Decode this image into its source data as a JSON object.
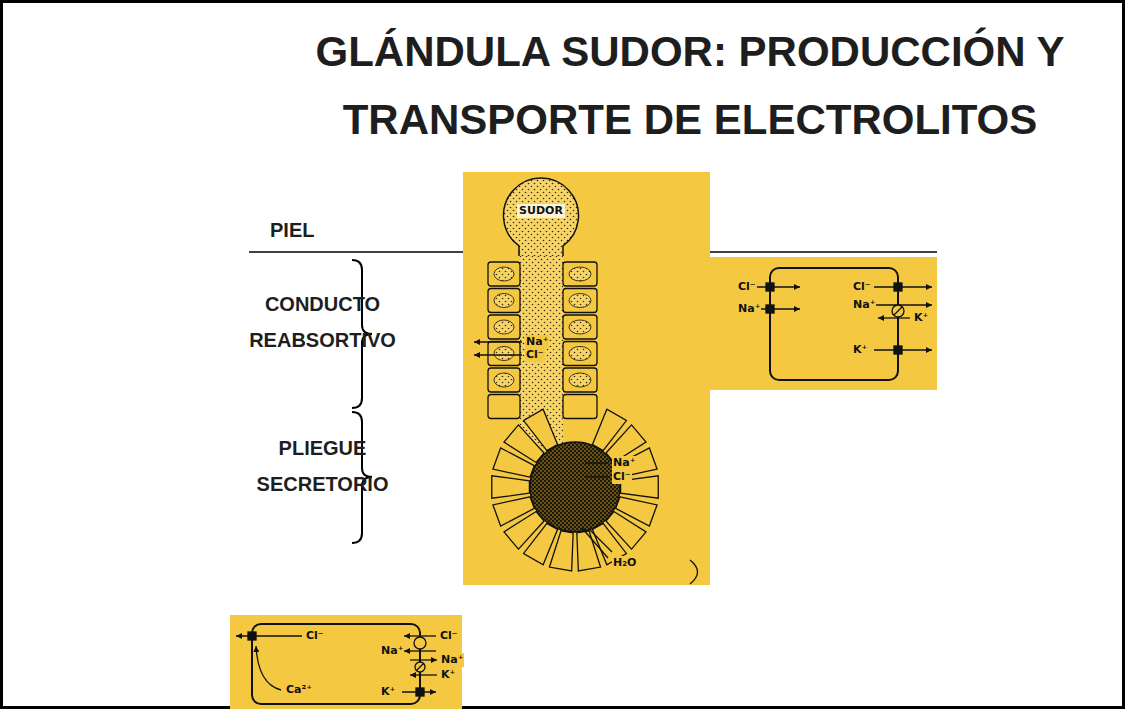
{
  "diagram": {
    "title": "GLÁNDULA SUDOR: PRODUCCIÓN Y TRANSPORTE DE ELECTROLITOS",
    "nodes": [
      {
        "text": [
          "SUDOR"
        ]
      }
    ],
    "labels": [
      "PIEL",
      "CONDUCTO REABSORTIVO",
      "PLIEGUE SECRETORIO",
      "Na⁺",
      "Cl⁻",
      "Cl⁻",
      "Na⁺",
      "Cl⁻",
      "Na⁺",
      "K⁺",
      "K⁺",
      "Na⁺",
      "Cl⁻",
      "H₂O",
      "Cl⁻",
      "Cl⁻",
      "Na⁺",
      "Na⁺",
      "K⁺",
      "K⁺",
      "Ca²⁺"
    ]
  }
}
